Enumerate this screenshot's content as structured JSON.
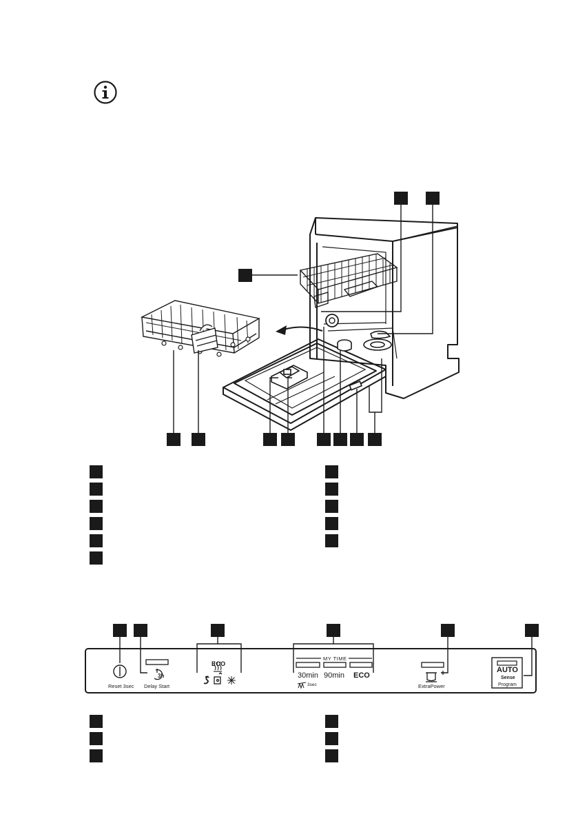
{
  "panel": {
    "eco_top": "ECO",
    "reset_label": "Reset 3sec",
    "delay_start_label": "Delay Start",
    "delay_icon_text": "3h",
    "my_time": "MY TIME",
    "opt_30min": "30min",
    "opt_90min": "90min",
    "opt_eco": "ECO",
    "sec_label": "3sec",
    "extrapower_label": "ExtraPower",
    "auto": "AUTO",
    "sense": "Sense",
    "program_label": "Program"
  },
  "icons": {
    "info": "info-icon",
    "power": "power-icon",
    "delay": "delay-start-icon",
    "extrapower": "extrapower-icon",
    "salt": "salt-indicator-icon",
    "rinse": "rinse-aid-indicator-icon",
    "drying": "drying-indicator-icon",
    "heat": "heat-icon"
  },
  "colors": {
    "ink": "#1a1a1a",
    "callout": "#1a1a1a",
    "paper": "#ffffff"
  }
}
